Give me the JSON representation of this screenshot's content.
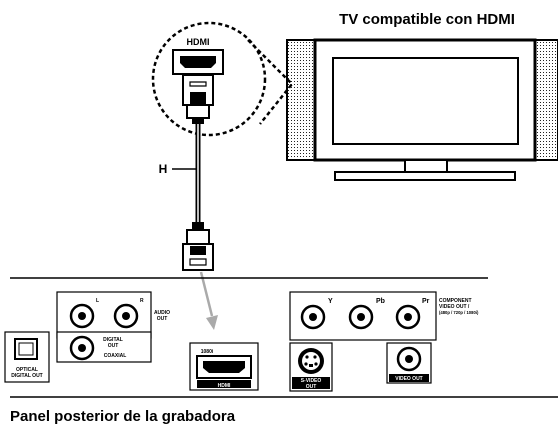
{
  "tv_title": "TV compatible con HDMI",
  "hdmi_zoom_label": "HDMI",
  "cable_label": "H",
  "panel_title": "Panel posterior de la grabadora",
  "ports": {
    "audio_left": "L",
    "audio_right": "R",
    "audio_out": [
      "AUDIO",
      "OUT"
    ],
    "digital_out": [
      "DIGITAL",
      "OUT"
    ],
    "coaxial": "COAXIAL",
    "optical": "OPTICAL",
    "digital_out_optical": "DIGITAL OUT",
    "hdmi_1080i": "1080i",
    "hdmi": "HDMI",
    "y": "Y",
    "pb": "Pb",
    "pr": "Pr",
    "component": [
      "COMPONENT",
      "VIDEO OUT /",
      "(480p / 720p / 1080i)"
    ],
    "s_video": [
      "S-VIDEO",
      "OUT"
    ],
    "video_out": "VIDEO OUT"
  }
}
